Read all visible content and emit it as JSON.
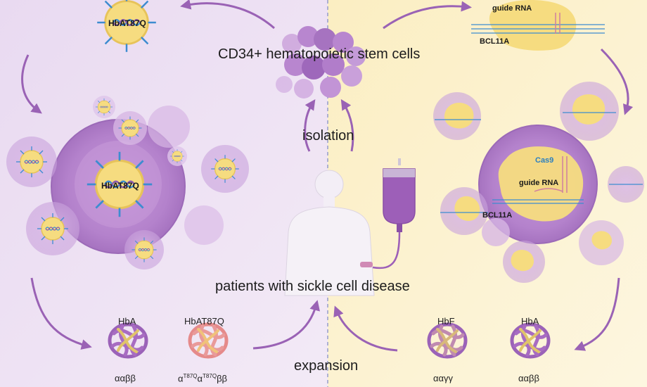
{
  "labels": {
    "cd34": "CD34+ hematopoietic stem cells",
    "isolation": "isolation",
    "patients": "patients with sickle cell disease",
    "expansion": "expansion",
    "vector_top": "HbAT87Q",
    "vector_center": "HbAT87Q",
    "guide_rna_top": "guide RNA",
    "bcl11a_top": "BCL11A",
    "cas9": "Cas9",
    "guide_rna_center": "guide RNA",
    "bcl11a_center": "BCL11A",
    "hba_left": "HbA",
    "hba_left_chains": "ααββ",
    "hbat87q": "HbAT87Q",
    "hbat87q_chains_a": "α",
    "hbat87q_chains_sup": "T87Q",
    "hbat87q_chains_beta": "ββ",
    "hbf": "HbF",
    "hbf_chains": "ααγγ",
    "hba_right": "HbA",
    "hba_right_chains": "ααββ"
  },
  "colors": {
    "left_bg": "#e7d6f0",
    "right_bg": "#fbf0c8",
    "cell_purple": "#b27fc9",
    "vector_yellow": "#f5d977",
    "arrow": "#9a62b5",
    "dna_blue": "#4a9bd8",
    "protein_red": "#e58a8a"
  },
  "icons": [
    "gene-therapy-vector-icon",
    "crispr-cas9-icon",
    "stem-cell-cluster-icon",
    "patient-silhouette-icon",
    "iv-blood-bag-icon",
    "hemoglobin-protein-icon"
  ]
}
